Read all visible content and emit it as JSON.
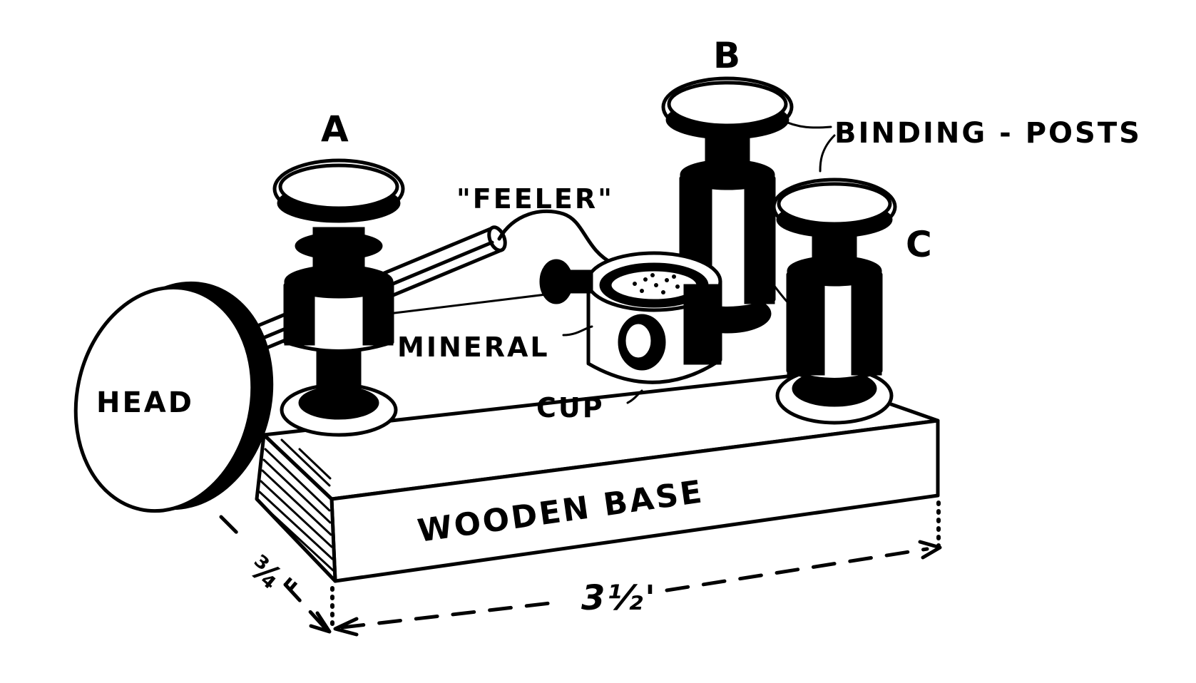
{
  "diagram": {
    "labels": {
      "post_a": "A",
      "post_b": "B",
      "post_c": "C",
      "binding_posts": "BINDING - POSTS",
      "feeler": "\"FEELER\"",
      "mineral": "MINERAL",
      "cup": "CUP",
      "head": "HEAD",
      "wooden_base": "WOODEN BASE",
      "length_dim": "3½'",
      "height_dim": "¾\""
    },
    "colors": {
      "ink": "#000000",
      "paper": "#ffffff"
    }
  }
}
